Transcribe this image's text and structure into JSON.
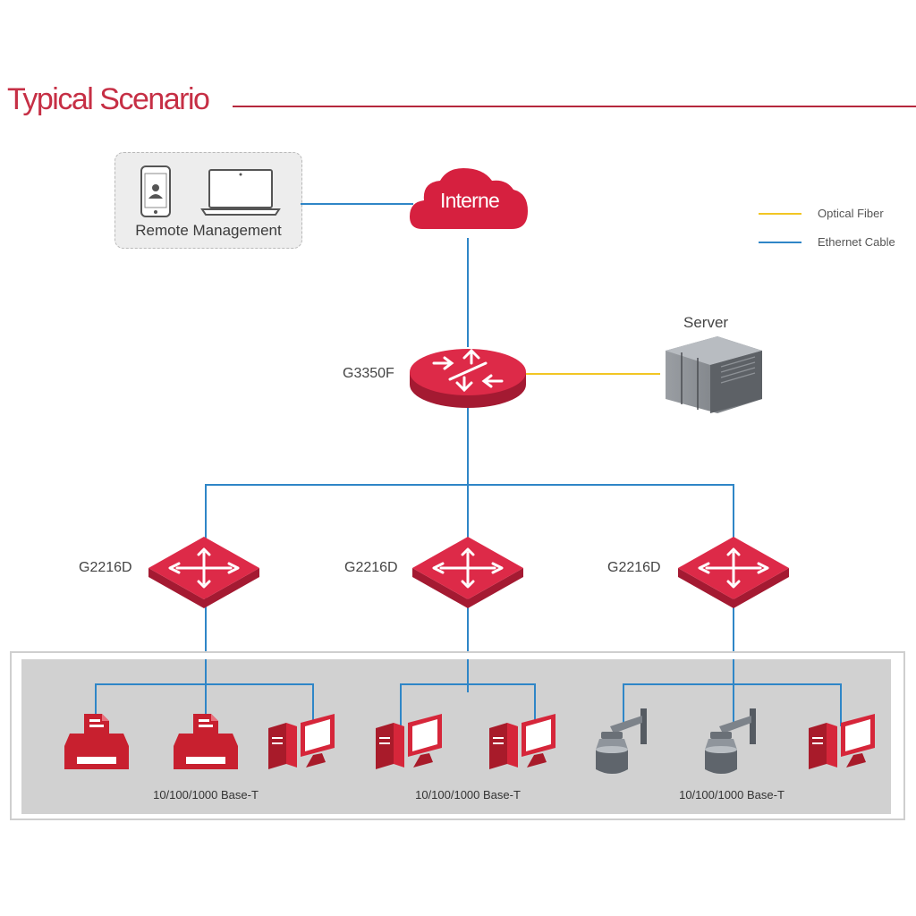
{
  "title": "Typical Scenario",
  "remote_management": {
    "label": "Remote Management"
  },
  "cloud": {
    "label": "Interne"
  },
  "legend": {
    "optical": {
      "label": "Optical Fiber",
      "color": "#f2c624"
    },
    "ethernet": {
      "label": "Ethernet Cable",
      "color": "#2f86c7"
    }
  },
  "server": {
    "label": "Server"
  },
  "core": {
    "label": "G3350F"
  },
  "access_switches": [
    {
      "label": "G2216D"
    },
    {
      "label": "G2216D"
    },
    {
      "label": "G2216D"
    }
  ],
  "segments": [
    {
      "label": "10/100/1000 Base-T",
      "devices": [
        "printer-icon",
        "printer-icon",
        "computer-icon"
      ]
    },
    {
      "label": "10/100/1000 Base-T",
      "devices": [
        "computer-icon",
        "computer-icon"
      ]
    },
    {
      "label": "10/100/1000 Base-T",
      "devices": [
        "camera-icon",
        "camera-icon",
        "computer-icon"
      ]
    }
  ],
  "colors": {
    "brand_red": "#d6203f",
    "title_red": "#c62f45",
    "ethernet": "#2f86c7",
    "optical": "#f2c624",
    "panel_gray": "#d1d1d1"
  }
}
